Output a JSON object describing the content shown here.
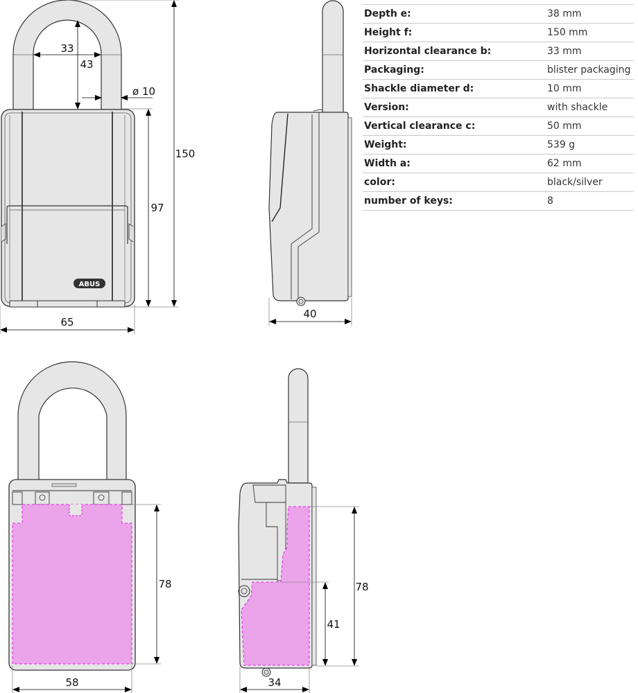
{
  "specs": [
    {
      "label": "Depth e:",
      "value": "38 mm"
    },
    {
      "label": "Height f:",
      "value": "150 mm"
    },
    {
      "label": "Horizontal clearance b:",
      "value": "33 mm"
    },
    {
      "label": "Packaging:",
      "value": "blister packaging"
    },
    {
      "label": "Shackle diameter d:",
      "value": "10 mm"
    },
    {
      "label": "Version:",
      "value": "with shackle"
    },
    {
      "label": "Vertical clearance c:",
      "value": "50 mm"
    },
    {
      "label": "Weight:",
      "value": "539 g"
    },
    {
      "label": "Width a:",
      "value": "62 mm"
    },
    {
      "label": "color:",
      "value": "black/silver"
    },
    {
      "label": "number of keys:",
      "value": "8"
    }
  ],
  "drawings": {
    "front": {
      "shackle_clearance_width": "33",
      "shackle_clearance_height": "43",
      "shackle_diameter": "ø 10",
      "total_height": "150",
      "body_height": "97",
      "body_width": "65",
      "brand_logo": "ABUS"
    },
    "side": {
      "depth": "40"
    },
    "front_interior": {
      "interior_height": "78",
      "interior_width": "58"
    },
    "side_interior": {
      "interior_height": "78",
      "lower_height": "41",
      "interior_depth": "34"
    }
  },
  "colors": {
    "body_fill": "#e6e6e6",
    "outline": "#333333",
    "dimension_line": "#888888",
    "interior_fill": "#eba3ea",
    "interior_dash": "#e020e0"
  }
}
